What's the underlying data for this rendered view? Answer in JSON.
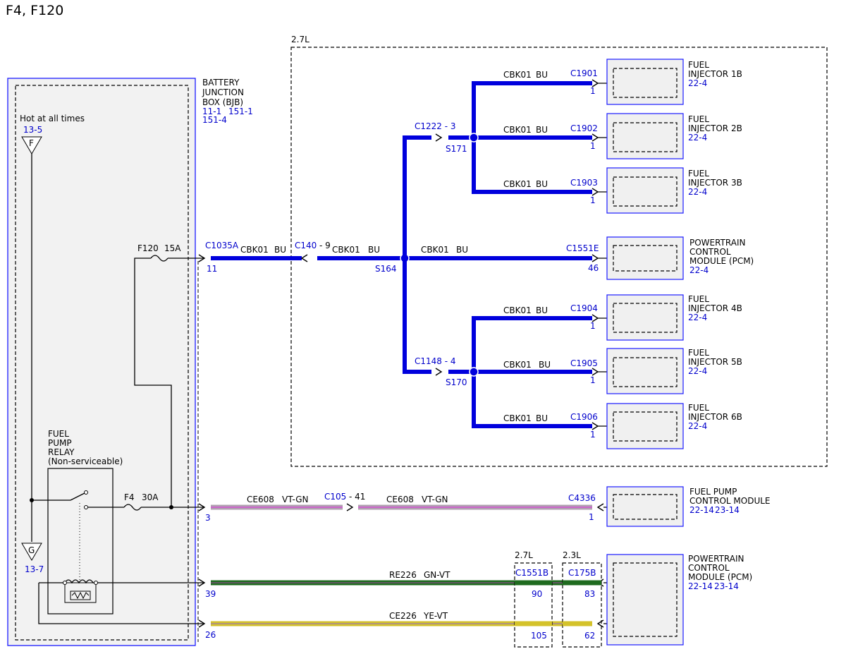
{
  "title": "F4, F120",
  "zones": {
    "zone_27": "2.7L",
    "pcm_27": "2.7L",
    "pcm_23": "2.3L"
  },
  "bjb": {
    "label": [
      "BATTERY",
      "JUNCTION",
      "BOX (BJB)"
    ],
    "refs": [
      "11-1",
      "151-1",
      "151-4"
    ],
    "hot": "Hot at all times",
    "ground_in_ref": "13-5",
    "ground_in_letter": "F",
    "ground_out_letter": "G",
    "ground_out_ref": "13-7",
    "fuse1": "F120",
    "fuse1_amp": "15A",
    "fuse2": "F4",
    "fuse2_amp": "30A",
    "relay": [
      "FUEL",
      "PUMP",
      "RELAY",
      "(Non-serviceable)"
    ]
  },
  "connectors": {
    "c1035a": "C1035A",
    "c1035a_pin": "11",
    "c140": "C140",
    "c140_pin": "- 9",
    "s164": "S164",
    "c1222": "C1222 - 3",
    "s171": "S171",
    "c1148": "C1148 - 4",
    "s170": "S170",
    "c1551e": "C1551E",
    "c1551e_pin": "46",
    "c105": "C105",
    "c105_pin": "- 41",
    "c4336": "C4336",
    "c4336_pin": "1",
    "p3": "3",
    "p39": "39",
    "p26": "26",
    "c1551b": "C1551B",
    "c1551b_p1": "90",
    "c1551b_p2": "105",
    "c175b": "C175B",
    "c175b_p1": "83",
    "c175b_p2": "62"
  },
  "wires": {
    "cbk01": "CBK01",
    "bu": "BU",
    "ce608": "CE608",
    "vtgn": "VT-GN",
    "re226": "RE226",
    "gnvt": "GN-VT",
    "ce226": "CE226",
    "yevt": "YE-VT"
  },
  "injectors": [
    {
      "l1": "FUEL",
      "l2": "INJECTOR 1B",
      "ref": "22-4",
      "conn": "C1901",
      "pin": "1"
    },
    {
      "l1": "FUEL",
      "l2": "INJECTOR 2B",
      "ref": "22-4",
      "conn": "C1902",
      "pin": "1"
    },
    {
      "l1": "FUEL",
      "l2": "INJECTOR 3B",
      "ref": "22-4",
      "conn": "C1903",
      "pin": "1"
    },
    {
      "l1": "FUEL",
      "l2": "INJECTOR 4B",
      "ref": "22-4",
      "conn": "C1904",
      "pin": "1"
    },
    {
      "l1": "FUEL",
      "l2": "INJECTOR 5B",
      "ref": "22-4",
      "conn": "C1905",
      "pin": "1"
    },
    {
      "l1": "FUEL",
      "l2": "INJECTOR 6B",
      "ref": "22-4",
      "conn": "C1906",
      "pin": "1"
    }
  ],
  "pcm_top": {
    "lines": [
      "POWERTRAIN",
      "CONTROL",
      "MODULE (PCM)"
    ],
    "ref": "22-4"
  },
  "fpcm": {
    "lines": [
      "FUEL PUMP",
      "CONTROL MODULE"
    ],
    "ref1": "22-14",
    "ref2": "23-14"
  },
  "pcm_bottom": {
    "lines": [
      "POWERTRAIN",
      "CONTROL",
      "MODULE (PCM)"
    ],
    "ref1": "22-14",
    "ref2": "23-14"
  }
}
